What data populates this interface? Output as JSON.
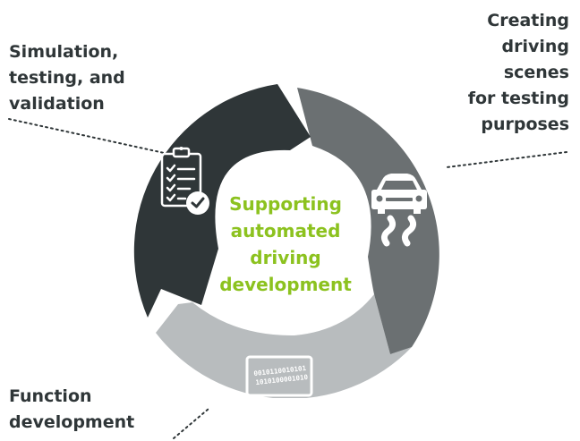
{
  "center": {
    "text": "Supporting\nautomated\ndriving\ndevelopment"
  },
  "labels": {
    "simulation": "Simulation,\ntesting, and\nvalidation",
    "scenes": "Creating\ndriving\nscenes\nfor testing\npurposes",
    "function": "Function\ndevelopment"
  },
  "icons": {
    "simulation": "clipboard-checklist-icon",
    "scenes": "car-road-icon",
    "function": "laptop-binary-icon"
  },
  "binary_text": {
    "line1": "0010110010101",
    "line2": "1010100001010"
  },
  "colors": {
    "segment_dark": "#2f3638",
    "segment_mid": "#6b7072",
    "segment_light": "#b8bcbe",
    "accent_green": "#8cc21f",
    "text_dark": "#2f3638"
  }
}
